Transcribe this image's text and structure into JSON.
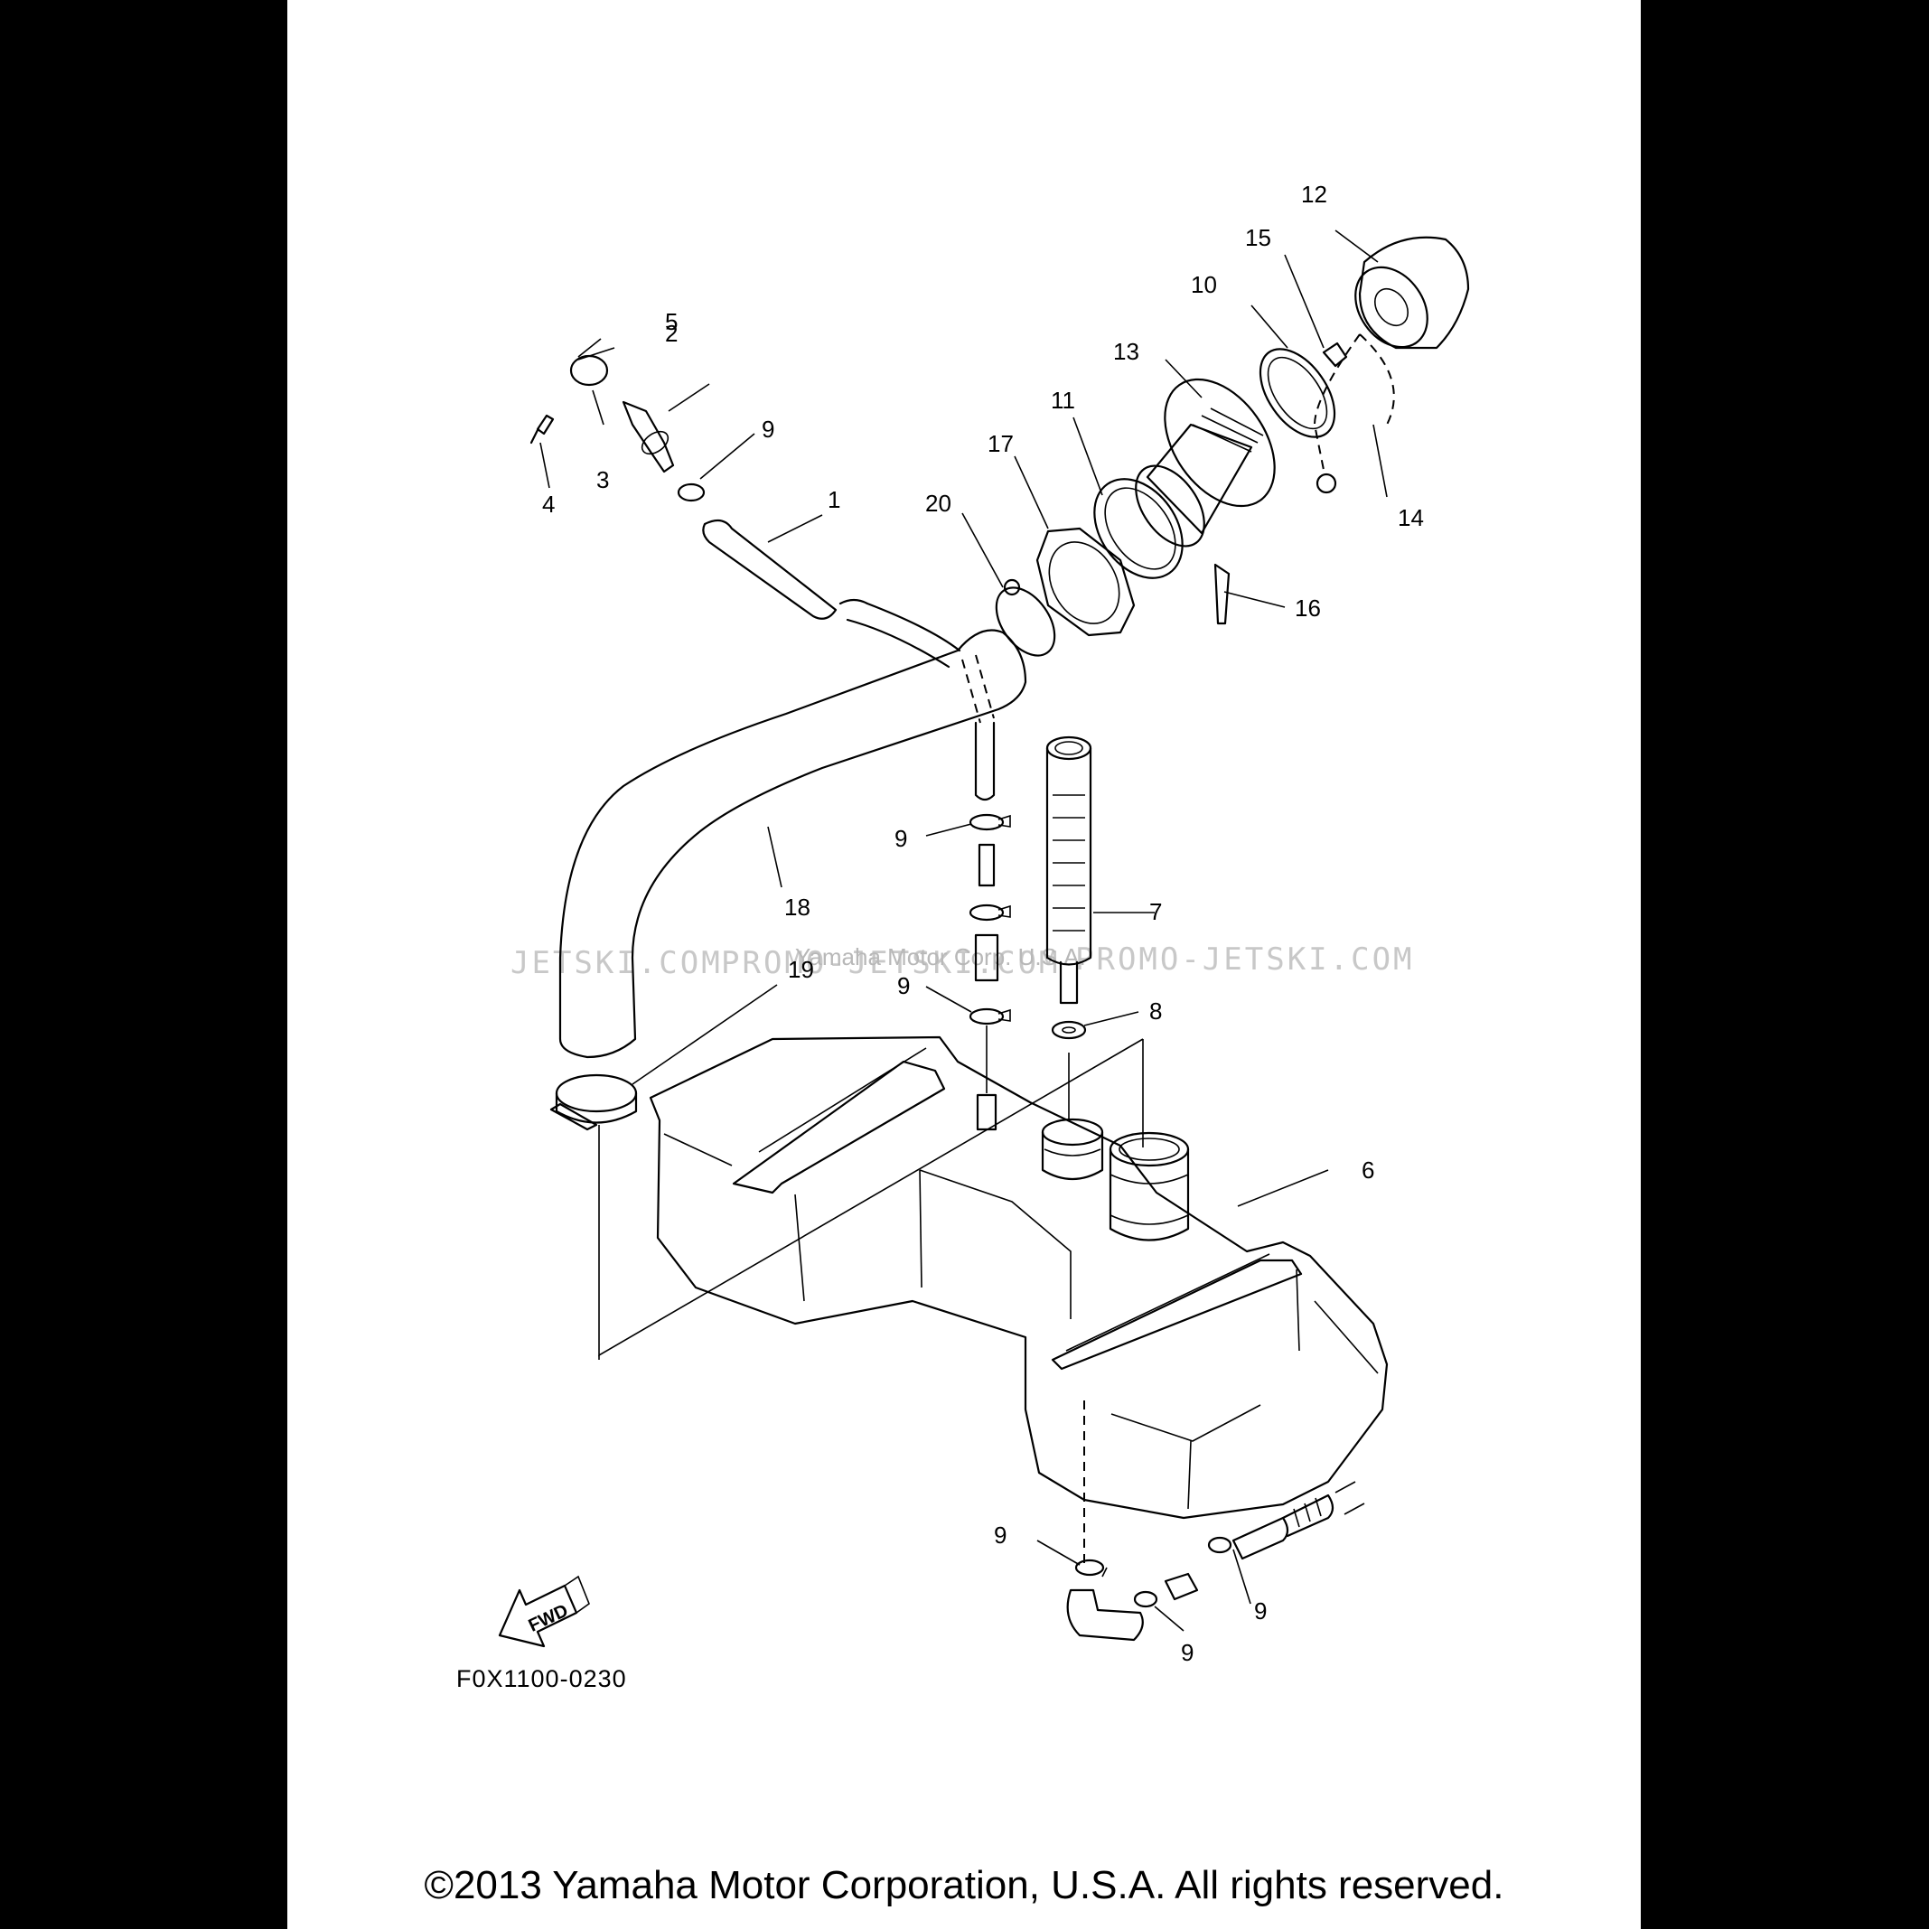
{
  "diagram": {
    "callouts": [
      {
        "id": "c1",
        "text": "1"
      },
      {
        "id": "c2",
        "text": "2"
      },
      {
        "id": "c3",
        "text": "3"
      },
      {
        "id": "c4",
        "text": "4"
      },
      {
        "id": "c5",
        "text": "5"
      },
      {
        "id": "c6",
        "text": "6"
      },
      {
        "id": "c7",
        "text": "7"
      },
      {
        "id": "c8",
        "text": "8"
      },
      {
        "id": "c9a",
        "text": "9"
      },
      {
        "id": "c9b",
        "text": "9"
      },
      {
        "id": "c9c",
        "text": "9"
      },
      {
        "id": "c9d",
        "text": "9"
      },
      {
        "id": "c9e",
        "text": "9"
      },
      {
        "id": "c9f",
        "text": "9"
      },
      {
        "id": "c10",
        "text": "10"
      },
      {
        "id": "c11",
        "text": "11"
      },
      {
        "id": "c12",
        "text": "12"
      },
      {
        "id": "c13",
        "text": "13"
      },
      {
        "id": "c14",
        "text": "14"
      },
      {
        "id": "c15",
        "text": "15"
      },
      {
        "id": "c16",
        "text": "16"
      },
      {
        "id": "c17",
        "text": "17"
      },
      {
        "id": "c18",
        "text": "18"
      },
      {
        "id": "c19",
        "text": "19"
      },
      {
        "id": "c20",
        "text": "20"
      }
    ],
    "fwd_label": "FWD",
    "figure_code": "F0X1100-0230"
  },
  "watermark": {
    "left": "JETSKI.COM",
    "middle": "PROMO-JETSKI.COM",
    "right": "PROMO-JETSKI.COM",
    "faint": "Yamaha Motor Corp. U.S.A."
  },
  "footer": {
    "copyright": "©2013 Yamaha Motor Corporation, U.S.A. All rights reserved."
  }
}
